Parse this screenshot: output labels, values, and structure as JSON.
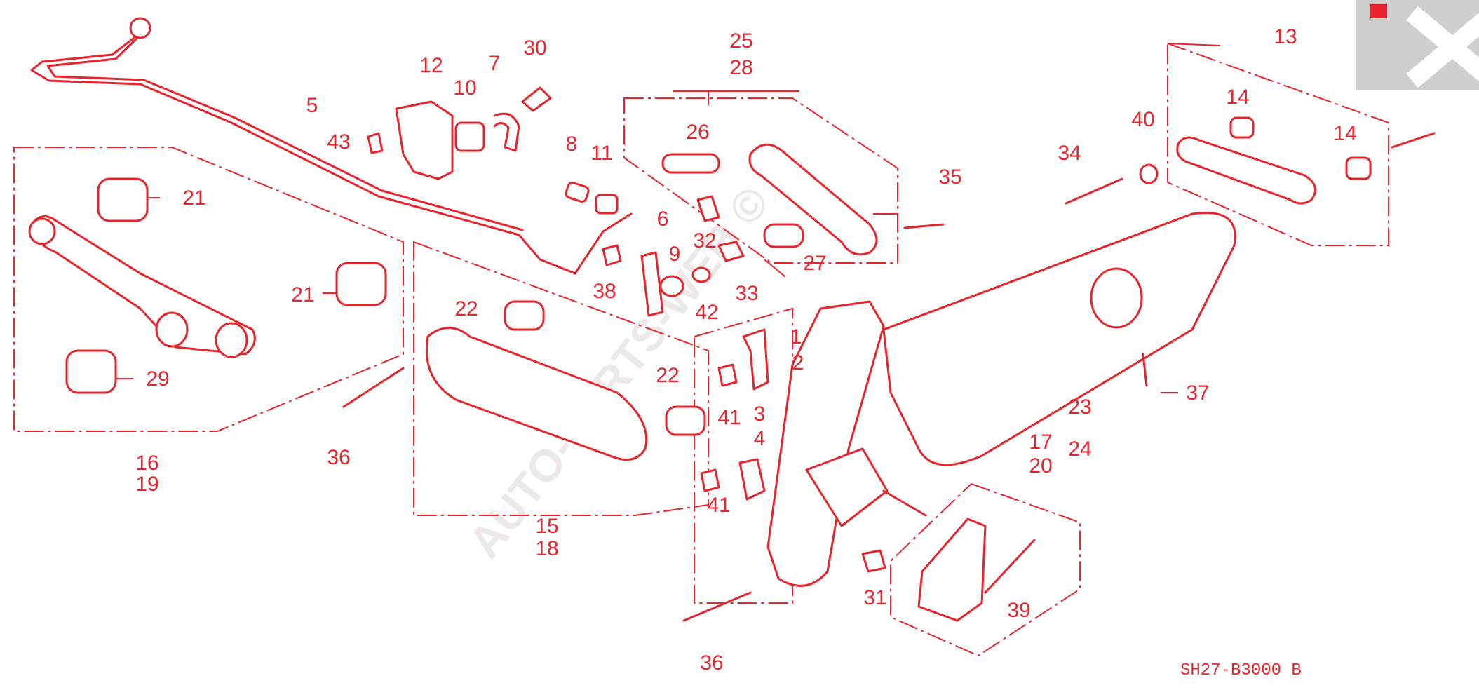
{
  "colors": {
    "line": "#e8242c",
    "watermark": "#e0d8d8",
    "corner": "#cfcfcf"
  },
  "watermark": "AUTO-PARTS-WEB ©",
  "diagram_code": "SH27-B3000 B",
  "labels": [
    "1",
    "2",
    "3",
    "4",
    "5",
    "6",
    "7",
    "8",
    "9",
    "10",
    "11",
    "12",
    "13",
    "14",
    "15",
    "16",
    "17",
    "18",
    "19",
    "20",
    "21",
    "22",
    "23",
    "24",
    "25",
    "26",
    "27",
    "28",
    "29",
    "30",
    "31",
    "32",
    "33",
    "34",
    "35",
    "36",
    "37",
    "38",
    "39",
    "40",
    "41",
    "42",
    "43"
  ],
  "corner_icon": "close-x-icon"
}
